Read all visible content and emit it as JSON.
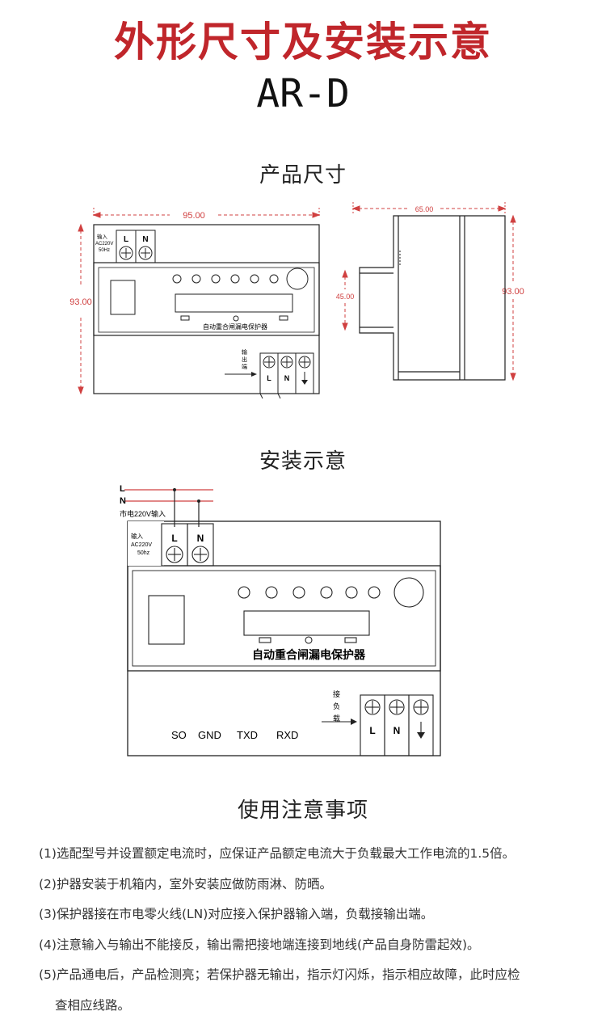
{
  "header": {
    "title": "外形尺寸及安装示意",
    "model": "AR-D"
  },
  "sections": {
    "dimensions": "产品尺寸",
    "installation": "安装示意",
    "notes": "使用注意事项"
  },
  "dim_front": {
    "width": "95.00",
    "height": "93.00",
    "input_label": [
      "输入",
      "AC220V",
      "50Hz"
    ],
    "terminal_in": [
      "L",
      "N"
    ],
    "device_name": "自动重合闸漏电保护器",
    "output_label": [
      "输",
      "出",
      "端"
    ],
    "terminal_out": [
      "L",
      "N"
    ]
  },
  "dim_side": {
    "width": "65.00",
    "rail": "45.00",
    "height": "93.00"
  },
  "install": {
    "wire_l": "L",
    "wire_n": "N",
    "mains": "市电220V输入",
    "input_label": [
      "输入",
      "AC220V",
      "50hz"
    ],
    "terminal_in": [
      "L",
      "N"
    ],
    "device_name": "自动重合闸漏电保护器",
    "load_label": [
      "接",
      "负",
      "载"
    ],
    "terminal_out": [
      "L",
      "N"
    ],
    "comm": [
      "SO",
      "GND",
      "TXD",
      "RXD"
    ]
  },
  "notes": [
    "(1)选配型号并设置额定电流时，应保证产品额定电流大于负载最大工作电流的1.5倍。",
    "(2)护器安装于机箱内，室外安装应做防雨淋、防晒。",
    "(3)保护器接在市电零火线(LN)对应接入保护器输入端，负载接输出端。",
    "(4)注意输入与输出不能接反，输出需把接地端连接到地线(产品自身防雷起效)。",
    "(5)产品通电后，产品检测亮；若保护器无输出，指示灯闪烁，指示相应故障，此时应检",
    "查相应线路。"
  ],
  "colors": {
    "title_red": "#c0262b",
    "dimension_red": "#d04040",
    "line": "#222222"
  }
}
